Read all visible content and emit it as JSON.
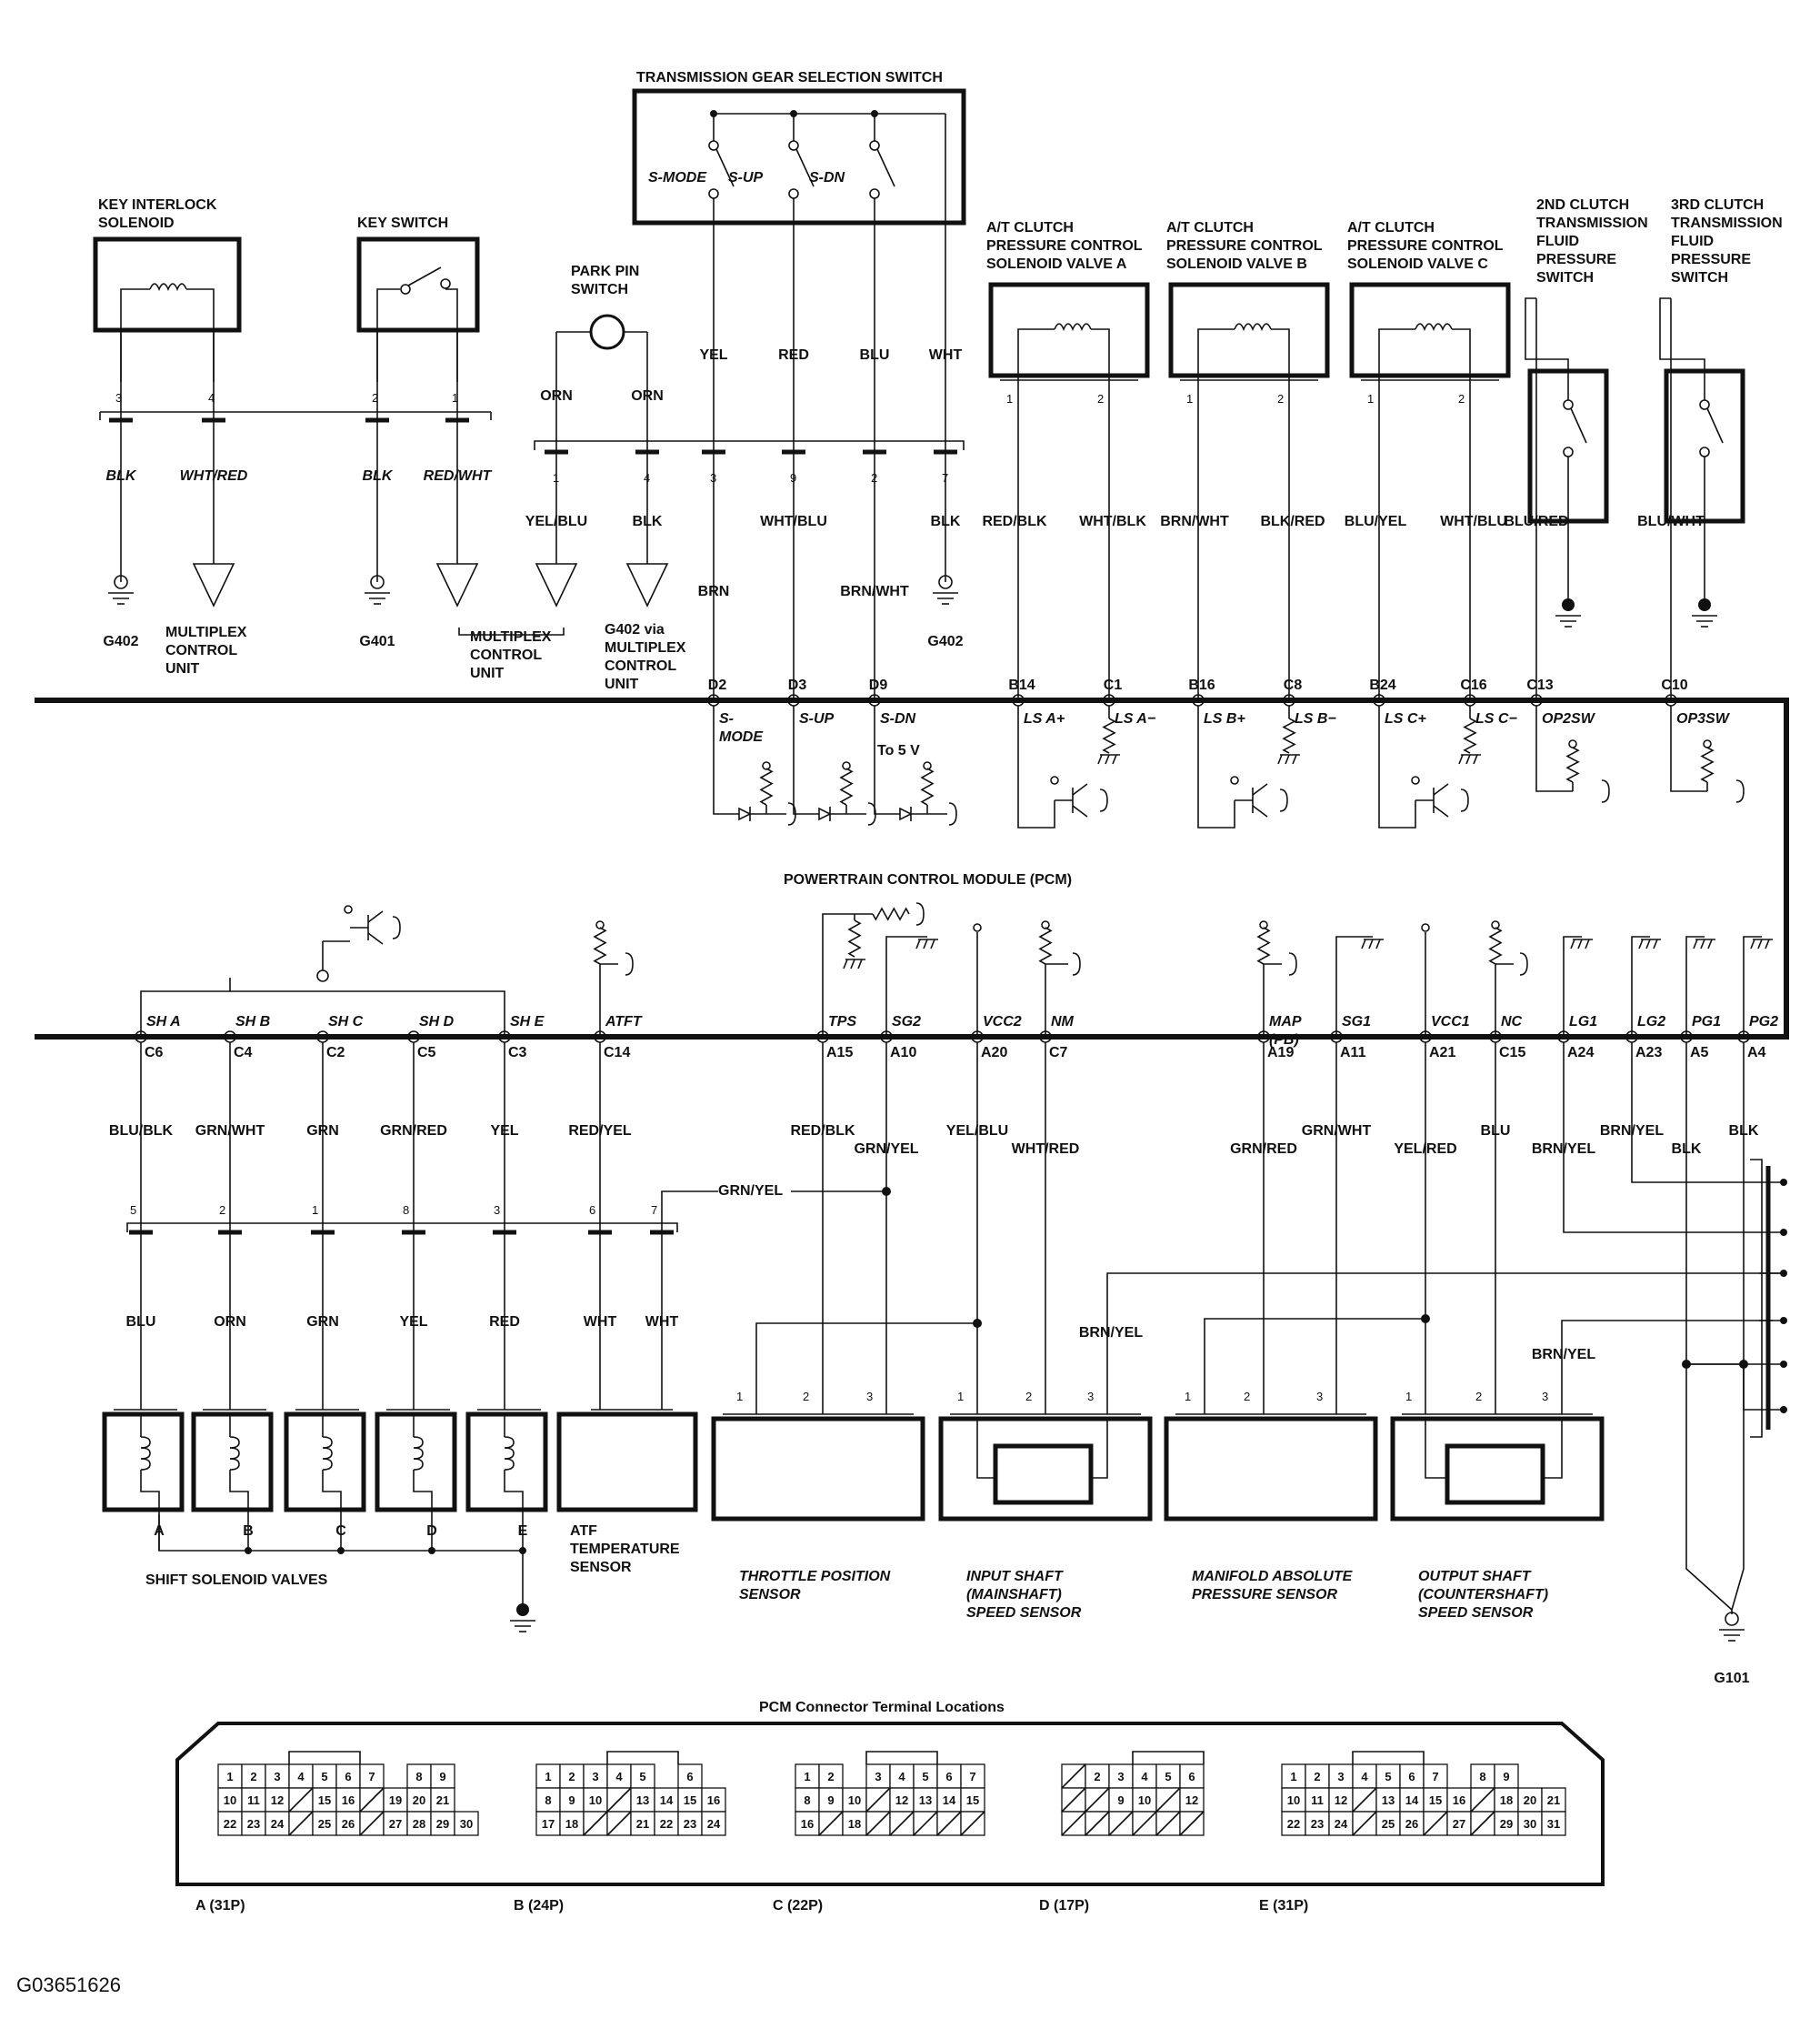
{
  "figure_id": "G03651626",
  "pcm_label": "POWERTRAIN CONTROL MODULE (PCM)",
  "components": {
    "key_interlock": "KEY INTERLOCK\nSOLENOID",
    "key_switch": "KEY SWITCH",
    "park_pin": "PARK PIN\nSWITCH",
    "tgs": {
      "title": "TRANSMISSION GEAR SELECTION SWITCH",
      "switches": [
        "S-MODE",
        "S-UP",
        "S-DN"
      ]
    },
    "lsa": "A/T CLUTCH\nPRESSURE CONTROL\nSOLENOID VALVE A",
    "lsb": "A/T CLUTCH\nPRESSURE CONTROL\nSOLENOID VALVE B",
    "lsc": "A/T CLUTCH\nPRESSURE CONTROL\nSOLENOID VALVE C",
    "op2": "2ND CLUTCH\nTRANSMISSION\nFLUID\nPRESSURE\nSWITCH",
    "op3": "3RD CLUTCH\nTRANSMISSION\nFLUID\nPRESSURE\nSWITCH",
    "shift_solenoids": "SHIFT SOLENOID VALVES",
    "atf_sensor": "ATF\nTEMPERATURE\nSENSOR",
    "tps": "THROTTLE POSITION\nSENSOR",
    "input_shaft": "INPUT SHAFT\n(MAINSHAFT)\nSPEED SENSOR",
    "map": "MANIFOLD ABSOLUTE\nPRESSURE SENSOR",
    "output_shaft": "OUTPUT SHAFT\n(COUNTERSHAFT)\nSPEED SENSOR"
  },
  "top_pins": [
    "3",
    "4",
    "2",
    "1"
  ],
  "top_wires": [
    "BLK",
    "WHT/RED",
    "BLK",
    "RED/WHT"
  ],
  "park_wires": [
    "ORN",
    "ORN"
  ],
  "tgs_wires": [
    "YEL",
    "RED",
    "BLU",
    "WHT"
  ],
  "conn2_pins": [
    "1",
    "4",
    "3",
    "9",
    "2",
    "7"
  ],
  "conn2_wires": [
    "YEL/BLU",
    "BLK",
    "BRN",
    "WHT/BLU",
    "BRN/WHT",
    "BLK"
  ],
  "grounds": [
    "G402",
    "G401",
    "G402",
    "G101"
  ],
  "multiplex": [
    "MULTIPLEX\nCONTROL\nUNIT",
    "MULTIPLEX\nCONTROL\nUNIT",
    "G402 via\nMULTIPLEX\nCONTROL\nUNIT"
  ],
  "lsa_pins": [
    "1",
    "2"
  ],
  "lsb_pins": [
    "1",
    "2"
  ],
  "lsc_pins": [
    "1",
    "2"
  ],
  "ls_wires": [
    "RED/BLK",
    "WHT/BLK",
    "BRN/WHT",
    "BLK/RED",
    "BLU/YEL",
    "WHT/BLU"
  ],
  "op_wires": [
    "BLU/RED",
    "BLU/WHT"
  ],
  "top_bus_terms": [
    "D2",
    "D3",
    "D9",
    "B14",
    "C1",
    "B16",
    "C8",
    "B24",
    "C16",
    "C13",
    "C10"
  ],
  "top_bus_sigs": [
    "S-\nMODE",
    "S-UP",
    "S-DN",
    "LS A+",
    "LS A−",
    "LS B+",
    "LS B−",
    "LS C+",
    "LS C−",
    "OP2SW",
    "OP3SW"
  ],
  "to5v": "To 5 V",
  "bot_bus_sigs": [
    "SH A",
    "SH B",
    "SH C",
    "SH D",
    "SH E",
    "ATFT",
    "TPS",
    "SG2",
    "VCC2",
    "NM",
    "MAP\n(PB)",
    "SG1",
    "VCC1",
    "NC",
    "LG1",
    "LG2",
    "PG1",
    "PG2"
  ],
  "bot_bus_terms": [
    "C6",
    "C4",
    "C2",
    "C5",
    "C3",
    "C14",
    "A15",
    "A10",
    "A20",
    "C7",
    "A19",
    "A11",
    "A21",
    "C15",
    "A24",
    "A23",
    "A5",
    "A4"
  ],
  "bot_wires1": [
    "BLU/BLK",
    "GRN/WHT",
    "GRN",
    "GRN/RED",
    "YEL",
    "RED/YEL",
    "RED/BLK",
    "GRN/YEL",
    "YEL/BLU",
    "WHT/RED",
    "GRN/RED",
    "GRN/WHT",
    "YEL/RED",
    "BLU",
    "BRN/YEL",
    "BRN/YEL",
    "BLK",
    "BLK"
  ],
  "grn_yel": "GRN/YEL",
  "conn3_pins": [
    "5",
    "2",
    "1",
    "8",
    "3",
    "6",
    "7"
  ],
  "conn3_wires": [
    "BLU",
    "ORN",
    "GRN",
    "YEL",
    "RED",
    "WHT",
    "WHT"
  ],
  "brn_yel": [
    "BRN/YEL",
    "BRN/YEL"
  ],
  "sensor_pins": [
    "1",
    "2",
    "3"
  ],
  "solenoid_letters": [
    "A",
    "B",
    "C",
    "D",
    "E"
  ],
  "pcm_conn": {
    "title": "PCM Connector Terminal Locations",
    "labels": [
      "A (31P)",
      "B (24P)",
      "C (22P)",
      "D (17P)",
      "E (31P)"
    ],
    "blocks": [
      [
        [
          "1",
          "2",
          "3",
          "4",
          "5",
          "6",
          "7",
          "",
          "8",
          "9"
        ],
        [
          "10",
          "11",
          "12",
          "/",
          "15",
          "16",
          "/",
          "19",
          "20",
          "21"
        ],
        [
          "22",
          "23",
          "24",
          "/",
          "25",
          "26",
          "/",
          "27",
          "28",
          "29",
          "30"
        ]
      ],
      [
        [
          "1",
          "2",
          "3",
          "4",
          "5",
          "",
          "6"
        ],
        [
          "8",
          "9",
          "10",
          "/",
          "13",
          "14",
          "15",
          "16"
        ],
        [
          "17",
          "18",
          "/",
          "/",
          "21",
          "22",
          "23",
          "24"
        ]
      ],
      [
        [
          "1",
          "2",
          "",
          "3",
          "4",
          "5",
          "6",
          "7"
        ],
        [
          "8",
          "9",
          "10",
          "/",
          "12",
          "13",
          "14",
          "15"
        ],
        [
          "16",
          "/",
          "18",
          "/",
          "/",
          "/",
          "/",
          "/"
        ]
      ],
      [
        [
          "/",
          "2",
          "3",
          "4",
          "5",
          "6"
        ],
        [
          "/",
          "/",
          "9",
          "10",
          "/",
          "12"
        ],
        [
          "/",
          "/",
          "/",
          "/",
          "/",
          "/"
        ]
      ],
      [
        [
          "1",
          "2",
          "3",
          "4",
          "5",
          "6",
          "7",
          "",
          "8",
          "9"
        ],
        [
          "10",
          "11",
          "12",
          "/",
          "13",
          "14",
          "15",
          "16",
          "/",
          "18",
          "20",
          "21"
        ],
        [
          "22",
          "23",
          "24",
          "/",
          "25",
          "26",
          "/",
          "27",
          "/",
          "29",
          "30",
          "31"
        ]
      ]
    ]
  }
}
